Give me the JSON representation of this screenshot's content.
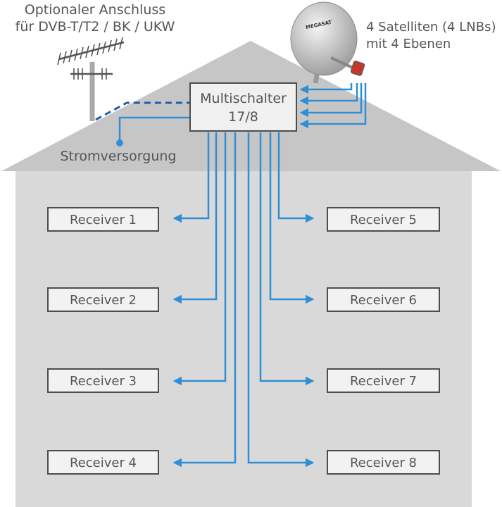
{
  "labels": {
    "optional_line1": "Optionaler Anschluss",
    "optional_line2": "für DVB-T/T2 / BK / UKW",
    "sat_line1": "4 Satelliten (4 LNBs)",
    "sat_line2": "mit 4 Ebenen",
    "power": "Stromversorgung",
    "switch_line1": "Multischalter",
    "switch_line2": "17/8",
    "dish_brand": "MEGASAT"
  },
  "receivers": {
    "r1": "Receiver 1",
    "r2": "Receiver 2",
    "r3": "Receiver 3",
    "r4": "Receiver 4",
    "r5": "Receiver 5",
    "r6": "Receiver 6",
    "r7": "Receiver 7",
    "r8": "Receiver 8"
  },
  "colors": {
    "cable": "#2f8fd6",
    "cable_dashed": "#1f5fa8",
    "house": "#d9d9d9",
    "roof": "#c4c4c4",
    "text": "#555555",
    "box_fill": "#f2f2f2",
    "box_stroke": "#4d4d4d",
    "lnb": "#c0392b"
  }
}
